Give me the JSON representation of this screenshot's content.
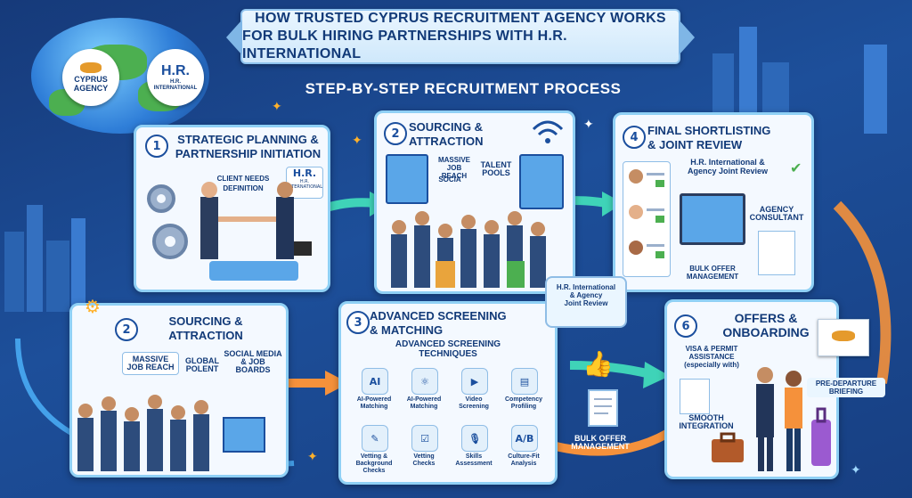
{
  "header": {
    "title_line1": "HOW TRUSTED CYPRUS RECRUITMENT AGENCY WORKS",
    "title_line2": "FOR BULK HIRING PARTNERSHIPS WITH H.R. INTERNATIONAL",
    "subtitle": "STEP-BY-STEP RECRUITMENT PROCESS"
  },
  "badges": {
    "cyprus": "CYPRUS\nAGENCY",
    "hr_logo": "H.R.",
    "hr_name": "H.R.\nINTERNATIONAL"
  },
  "step1": {
    "num": "1",
    "title": "STRATEGIC PLANNING &\nPARTNERSHIP INITIATION",
    "label_client": "CLIENT NEEDS\nDEFINITION",
    "label_hr": "H.R.\nINTERNATIONAL"
  },
  "step2a": {
    "num": "2",
    "title": "SOURCING &\nATTRACTION",
    "label_job": "MASSIVE JOB\nREACH",
    "label_talent": "TALENT\nPOOLS",
    "label_social": "SOCIA"
  },
  "step4": {
    "num": "4",
    "title": "FINAL SHORTLISTING\n& JOINT REVIEW",
    "label_review": "H.R. International &\nAgency Joint Review",
    "label_consultant": "AGENCY\nCONSULTANT",
    "label_bulk": "BULK OFFER\nMANAGEMENT"
  },
  "step2b": {
    "num": "2",
    "title": "SOURCING &\nATTRACTION",
    "label_job": "MASSIVE\nJOB REACH",
    "label_global": "GLOBAL\nPOLENT",
    "label_social": "SOCIAL MEDIA\n& JOB BOARDS"
  },
  "step3": {
    "num": "3",
    "title": "ADVANCED SCREENING\n& MATCHING",
    "subtitle": "ADVANCED SCREENING\nTECHNIQUES",
    "tiles": [
      {
        "glyph": "AI",
        "label": "AI-Powered\nMatching"
      },
      {
        "glyph": "⚛",
        "label": "AI-Powered\nMatching"
      },
      {
        "glyph": "▶",
        "label": "Video\nScreening"
      },
      {
        "glyph": "▤",
        "label": "Competency\nProfiling"
      },
      {
        "glyph": "✎",
        "label": "Vetting &\nBackground Checks"
      },
      {
        "glyph": "☑",
        "label": "Vetting\nChecks"
      },
      {
        "glyph": "🎙",
        "label": "Skills\nAssessment"
      },
      {
        "glyph": "A/B",
        "label": "Culture-Fit\nAnalysis"
      }
    ]
  },
  "mid": {
    "label_review": "H.R. International\n& Agency\nJoint Review",
    "label_bulk": "BULK OFFER\nMANAGEMENT"
  },
  "step6": {
    "num": "6",
    "title": "OFFERS &\nONBOARDING",
    "label_visa": "VISA & PERMIT\nASSISTANCE\n(especially with)",
    "label_smooth": "SMOOTH\nINTEGRATION",
    "label_briefing": "PRE-DEPARTURE\nBRIEFING"
  },
  "colors": {
    "navy": "#123a78",
    "accent": "#ffb12b",
    "card_border": "#8fd0f5",
    "arrow": "#3fd3b8"
  }
}
